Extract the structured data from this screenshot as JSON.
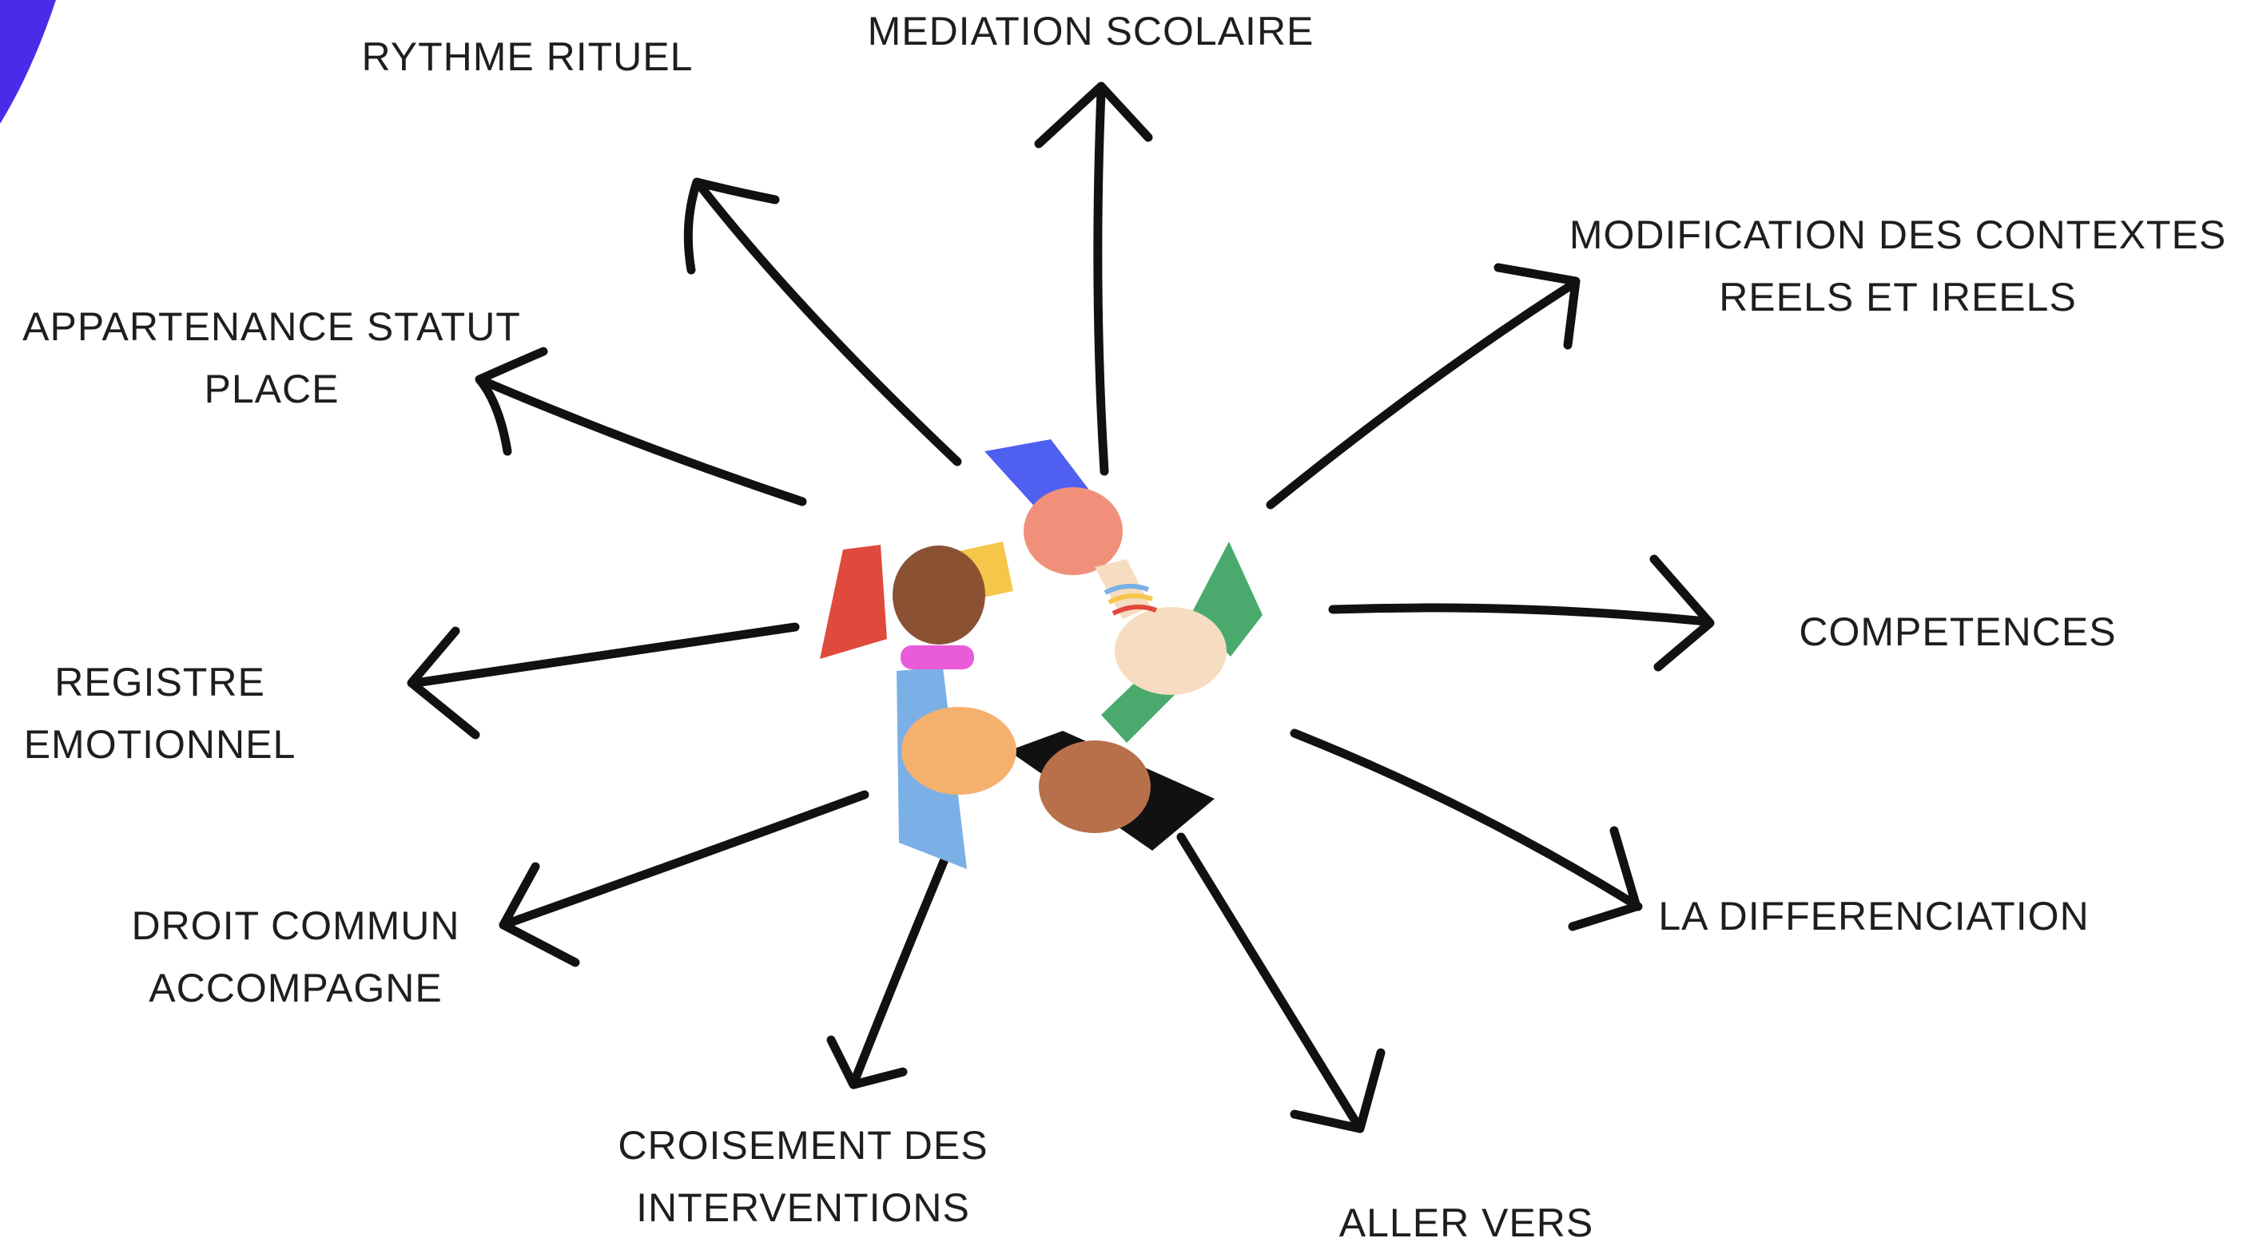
{
  "diagram": {
    "center_image": "hands-circle-illustration",
    "accent_color": "#4b2bea",
    "labels": {
      "mediation": [
        "MEDIATION SCOLAIRE"
      ],
      "rythme": [
        "RYTHME RITUEL"
      ],
      "modification": [
        "MODIFICATION DES CONTEXTES",
        "REELS ET IREELS"
      ],
      "appartenance": [
        "APPARTENANCE STATUT",
        "PLACE"
      ],
      "competences": [
        "COMPETENCES"
      ],
      "registre": [
        "REGISTRE",
        "EMOTIONNEL"
      ],
      "differenciation": [
        "LA DIFFERENCIATION"
      ],
      "droit": [
        "DROIT COMMUN",
        "ACCOMPAGNE"
      ],
      "croisement": [
        "CROISEMENT DES",
        "INTERVENTIONS"
      ],
      "aller": [
        "ALLER VERS"
      ]
    }
  }
}
